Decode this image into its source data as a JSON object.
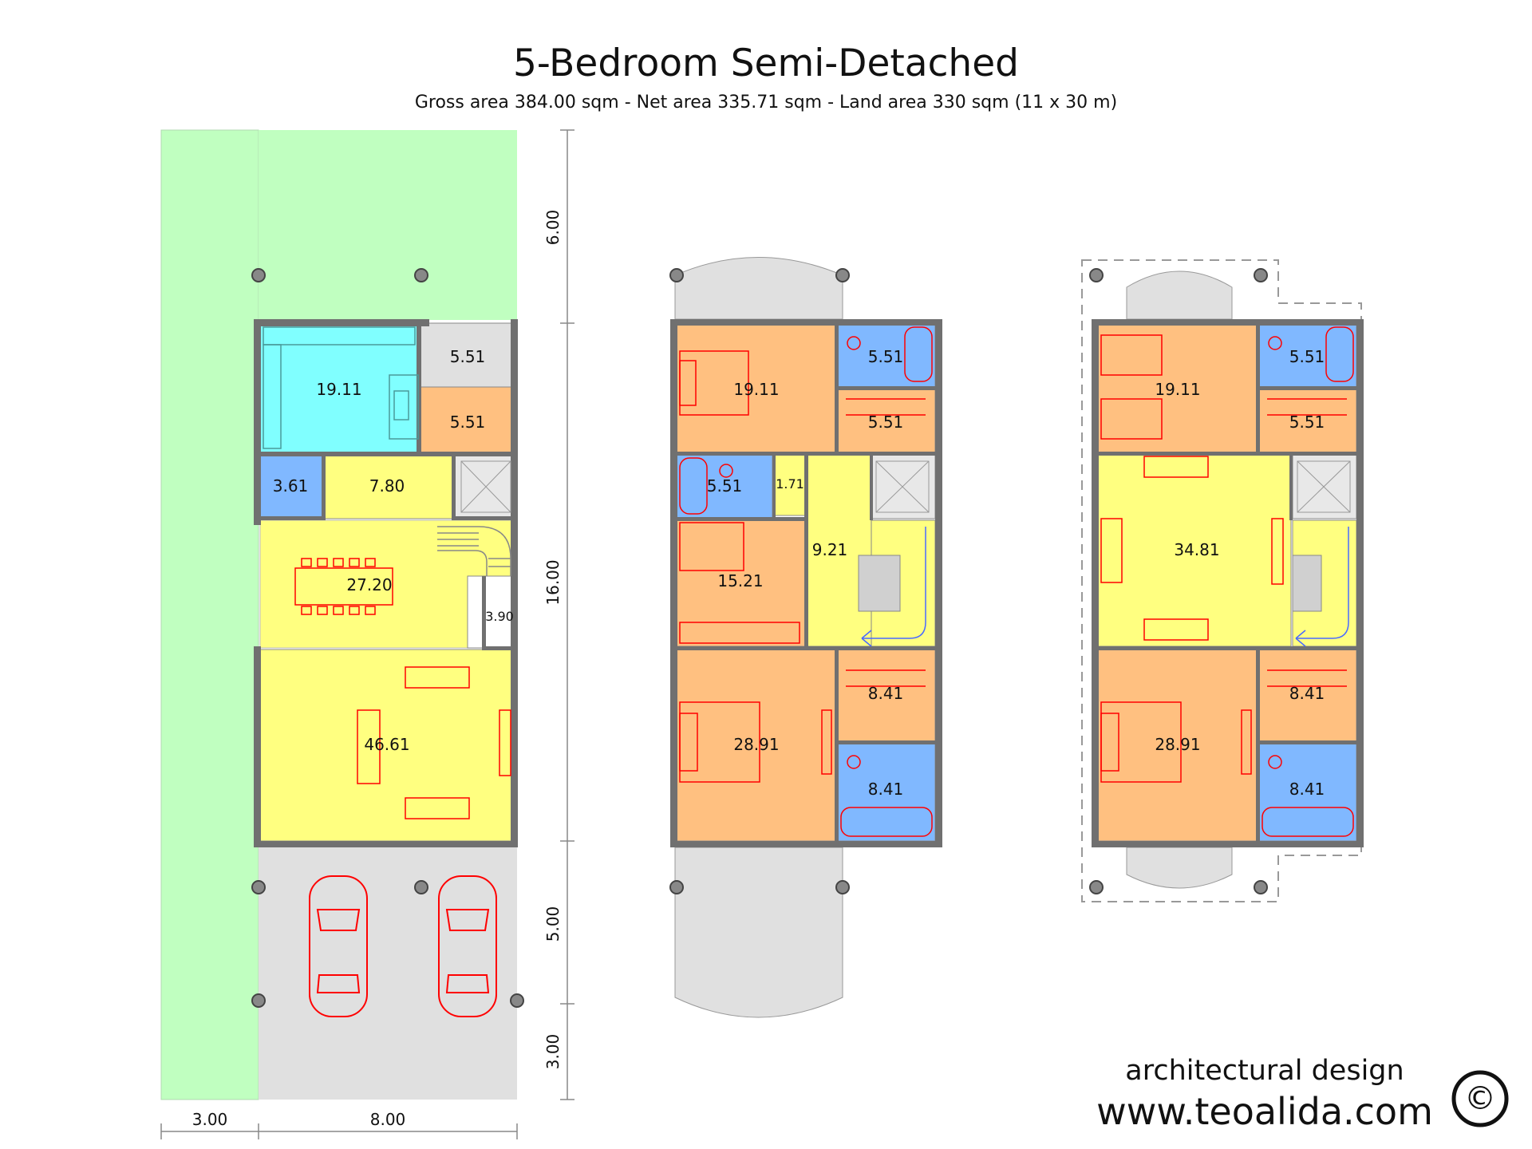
{
  "title": "5-Bedroom Semi-Detached",
  "subtitle": "Gross area 384.00 sqm - Net area 335.71 sqm - Land area 330 sqm (11 x 30 m)",
  "credit": {
    "line1": "architectural design",
    "line2": "www.teoalida.com",
    "symbol": "©"
  },
  "dimensions": {
    "vertical": [
      "6.00",
      "16.00",
      "5.00",
      "3.00"
    ],
    "horizontal": [
      "3.00",
      "8.00"
    ]
  },
  "ground_floor": {
    "rooms": [
      "19.11",
      "5.51",
      "5.51",
      "3.61",
      "7.80",
      "27.20",
      "3.90",
      "46.61"
    ]
  },
  "first_floor": {
    "rooms": [
      "19.11",
      "5.51",
      "5.51",
      "5.51",
      "1.71",
      "9.21",
      "15.21",
      "8.41",
      "28.91",
      "8.41"
    ]
  },
  "second_floor": {
    "rooms": [
      "19.11",
      "5.51",
      "5.51",
      "34.81",
      "8.41",
      "28.91",
      "8.41"
    ]
  },
  "colors": {
    "garden": "#c0ffc0",
    "paving": "#e0e0e0",
    "kitchen": "#80ffff",
    "living": "#ffff80",
    "bedroom": "#ffc080",
    "bathroom": "#80b8ff",
    "wall": "#707070",
    "furniture": "#ff0000"
  },
  "icons": [
    "column-icon",
    "car-icon",
    "elevator-icon",
    "stairs-icon",
    "bed-icon",
    "sofa-icon",
    "bathtub-icon",
    "toilet-icon",
    "copyright-icon"
  ]
}
